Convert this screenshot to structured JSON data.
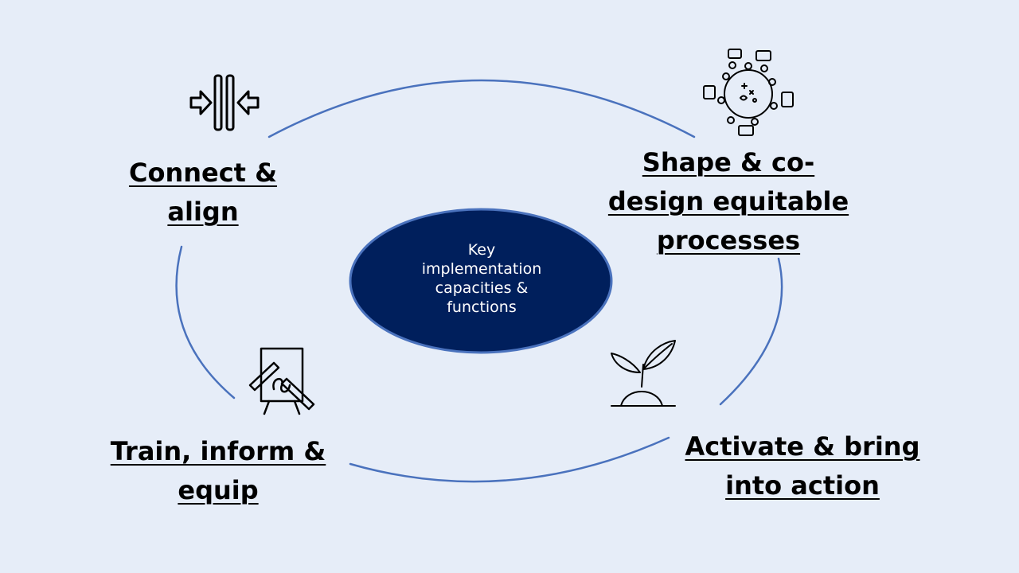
{
  "center": {
    "lines": [
      "Key",
      "implementation",
      "capacities &",
      "functions"
    ]
  },
  "labels": {
    "connect": {
      "lines": [
        "Connect &",
        "align"
      ]
    },
    "shape": {
      "lines": [
        "Shape & co-",
        "design equitable",
        "processes"
      ]
    },
    "train": {
      "lines": [
        "Train, inform &",
        "equip"
      ]
    },
    "activate": {
      "lines": [
        "Activate & bring",
        "into action"
      ]
    }
  },
  "icons": {
    "connect": "converge-arrows-icon",
    "shape": "community-network-icon",
    "train": "drawing-easel-icon",
    "activate": "sprouting-plant-icon"
  },
  "colors": {
    "background": "#e6edf8",
    "ring": "#4a72bd",
    "center_fill": "#001f5c",
    "center_stroke": "#4a72bd",
    "label_text": "#000000"
  }
}
